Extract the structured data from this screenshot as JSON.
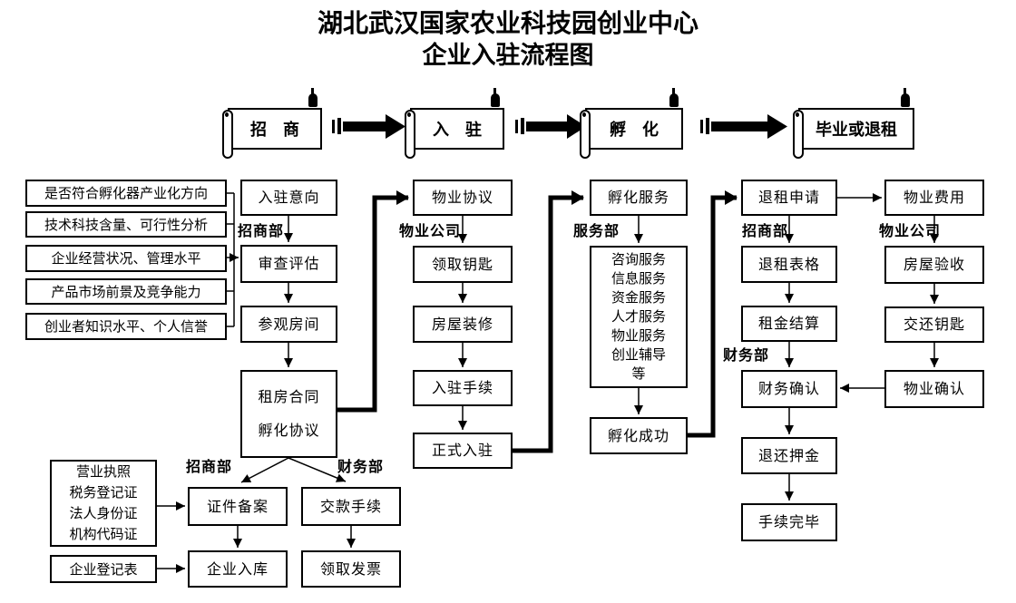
{
  "title": {
    "line1": "湖北武汉国家农业科技园创业中心",
    "line2": "企业入驻流程图"
  },
  "stages": {
    "s1": "招　商",
    "s2": "入　驻",
    "s3": "孵　化",
    "s4": "毕业或退租"
  },
  "depts": {
    "zhaoshangbu": "招商部",
    "wuyegongsi": "物业公司",
    "fuwubu": "服务部",
    "caiwubu": "财务部"
  },
  "criteria": [
    "是否符合孵化器产业化方向",
    "技术科技含量、可行性分析",
    "企业经营状况、管理水平",
    "产品市场前景及竞争能力",
    "创业者知识水平、个人信誉"
  ],
  "docs": [
    "营业执照",
    "税务登记证",
    "法人身份证",
    "机构代码证"
  ],
  "services": [
    "咨询服务",
    "信息服务",
    "资金服务",
    "人才服务",
    "物业服务",
    "创业辅导",
    "等"
  ],
  "nodes": {
    "ruzhu_yixiang": "入驻意向",
    "shencha_pinggu": "审查评估",
    "canguan_fangjian": "参观房间",
    "zufang_hetong": "租房合同",
    "fuhua_xieyi": "孵化协议",
    "qiye_dengjibiao": "企业登记表",
    "zhengjian_beian": "证件备案",
    "jiaokuan_shouxu": "交款手续",
    "qiye_ruku": "企业入库",
    "lingqu_fapiao": "领取发票",
    "wuye_xieyi": "物业协议",
    "lingqu_yaoshi": "领取钥匙",
    "fangwu_zhuangxiu": "房屋装修",
    "ruzhu_shouxu": "入驻手续",
    "zhengshi_ruzhu": "正式入驻",
    "fuhua_fuwu": "孵化服务",
    "fuhua_chenggong": "孵化成功",
    "tuizu_shenqing": "退租申请",
    "tuizu_biaoge": "退租表格",
    "zujin_jiesuan": "租金结算",
    "caiwu_queren": "财务确认",
    "tuihuan_yajin": "退还押金",
    "shouxu_wanbi": "手续完毕",
    "wuye_feiyong": "物业费用",
    "fangwu_yanshou": "房屋验收",
    "jiaohuan_yaoshi": "交还钥匙",
    "wuye_queren": "物业确认"
  },
  "colors": {
    "line": "#000000",
    "background": "#ffffff"
  }
}
